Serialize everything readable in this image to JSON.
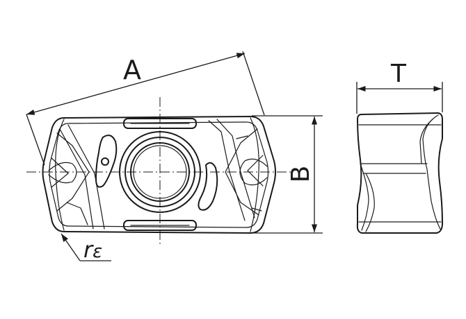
{
  "labels": {
    "length": "A",
    "width": "B",
    "thickness": "T",
    "corner_radius_symbol": "r",
    "corner_radius_subscript": "ε"
  },
  "colors": {
    "ink": "#1a1a1a",
    "paper": "#ffffff"
  }
}
